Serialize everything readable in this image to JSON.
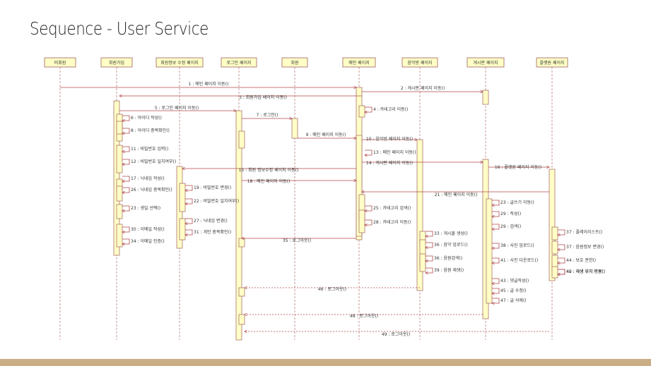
{
  "slide": {
    "title": "Sequence - User Service"
  },
  "colors": {
    "box_fill": "#ffffc6",
    "box_stroke": "#a06060",
    "message": "#b04848",
    "footer": "#c9ad84"
  },
  "participants": [
    {
      "id": "p0",
      "label": "비회원"
    },
    {
      "id": "p1",
      "label": "회원가입"
    },
    {
      "id": "p2",
      "label": "회원정보 수정 페이지"
    },
    {
      "id": "p3",
      "label": "로그인 페이지"
    },
    {
      "id": "p4",
      "label": "회원"
    },
    {
      "id": "p5",
      "label": "메인 페이지"
    },
    {
      "id": "p6",
      "label": "음악방 페이지"
    },
    {
      "id": "p7",
      "label": "게시판 페이지"
    },
    {
      "id": "p8",
      "label": "플랫원 페이지"
    }
  ],
  "messages": [
    {
      "label": "1 : 메인 페이지 이동()"
    },
    {
      "label": "2 : 게시판 페이지 이동()"
    },
    {
      "label": "3 : 회원가입 페이지 이동()"
    },
    {
      "label": "4 : 카테고리 이동()"
    },
    {
      "label": "5 : 로그인 페이지 이동()"
    },
    {
      "label": "6 : 아이디 작성()"
    },
    {
      "label": "7 : 로그인()"
    },
    {
      "label": "8 : 아이디 중복확인()"
    },
    {
      "label": "9 : 메인 페이지 이동()"
    },
    {
      "label": "10 : 음악방 페이지 이동()"
    },
    {
      "label": "11 : 비밀번호 입력()"
    },
    {
      "label": "13 : 메인 페이지 이동()"
    },
    {
      "label": "12 : 비밀번호 일치여부()"
    },
    {
      "label": "14 : 게시판 페이지 이동()"
    },
    {
      "label": "16 : 플랫원 페이지 이동()"
    },
    {
      "label": "15 : 회원 정보수정 페이지 이동()"
    },
    {
      "label": "17 : 닉네임 작성()"
    },
    {
      "label": "18 : 메인 페이지 이동()"
    },
    {
      "label": "26 : 닉네임 중복확인()"
    },
    {
      "label": "19 : 비밀번호 변경()"
    },
    {
      "label": "21 : 메인 페이지 이동()"
    },
    {
      "label": "22 : 비밀번호 일치여부()"
    },
    {
      "label": "23 : 글쓰기 이동()"
    },
    {
      "label": "25 : 카테고리 검색()"
    },
    {
      "label": "29 : 작성()"
    },
    {
      "label": "23 : 생일 선택()"
    },
    {
      "label": "27 : 닉네임 변경()"
    },
    {
      "label": "28 : 카테고리 이동()"
    },
    {
      "label": "29 : 검색()"
    },
    {
      "label": "31 : 개인 중복확인()"
    },
    {
      "label": "30 : 이메일 작성()"
    },
    {
      "label": "37 : 플레이리스트()"
    },
    {
      "label": "33 : 게시물 생성()"
    },
    {
      "label": "34 : 이메일 인증()"
    },
    {
      "label": "35 : 로그아웃()"
    },
    {
      "label": "36 : 음악 업로드()"
    },
    {
      "label": "38 : 사진 업로드()"
    },
    {
      "label": "36 : 음원검색()"
    },
    {
      "label": "37 : 음원정보 변경()"
    },
    {
      "label": "44 : 보호 권한()"
    },
    {
      "label": "39 : 음원 재생()"
    },
    {
      "label": "41 : 사진 다운로드()"
    },
    {
      "label": "40 : 재생 위치 이동()"
    },
    {
      "label": "42 : 재생 위치 변경()"
    },
    {
      "label": "43 : 댓글작성()"
    },
    {
      "label": "45 : 글 수정()"
    },
    {
      "label": "46 : 로그아웃()"
    },
    {
      "label": "47 : 글 삭제()"
    },
    {
      "label": "48 : 로그아웃()"
    },
    {
      "label": "49 : 로그아웃()"
    }
  ]
}
